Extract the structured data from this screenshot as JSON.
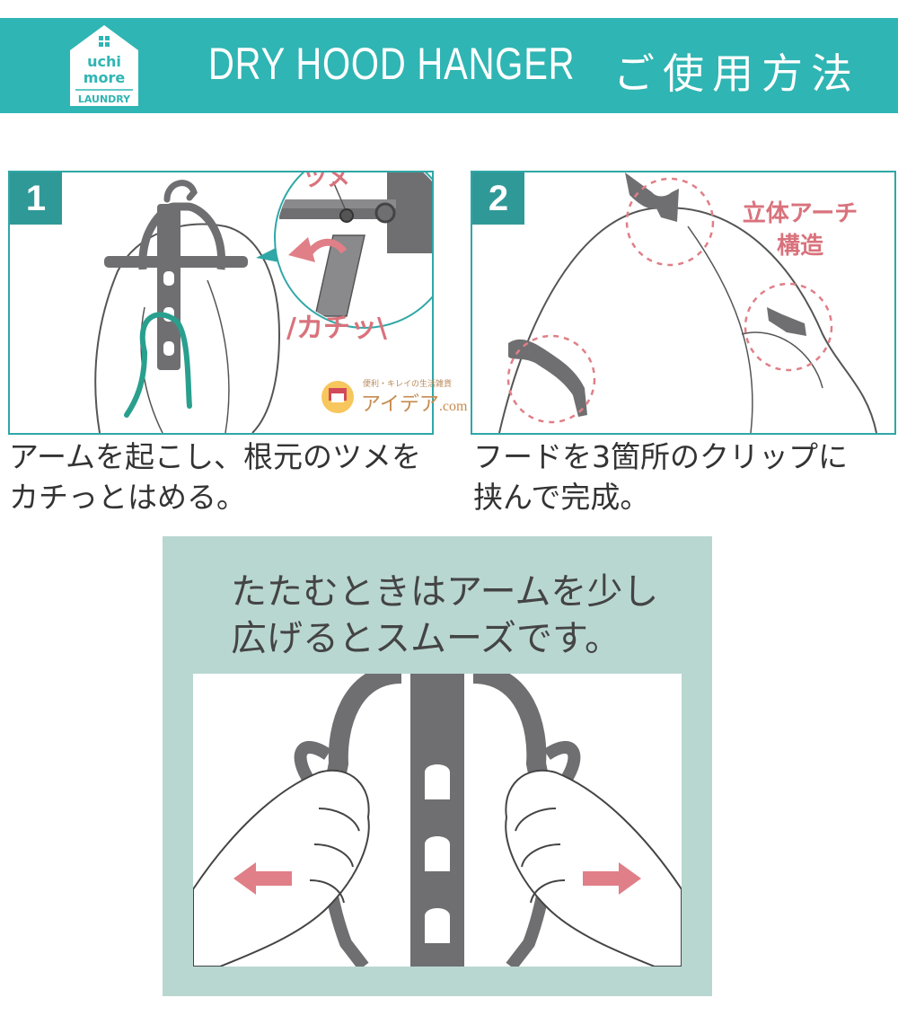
{
  "header": {
    "logo_line1": "uchi",
    "logo_line2": "more",
    "logo_line3": "LAUNDRY",
    "title": "DRY HOOD HANGER",
    "subtitle": "ご使用方法"
  },
  "steps": [
    {
      "number": "1",
      "callout_top": "ツメ",
      "callout_bottom_left": "/",
      "callout_bottom": "カチッ",
      "callout_bottom_right": "\\",
      "caption_line1": "アームを起こし、根元のツメを",
      "caption_line2": "カチっとはめる。"
    },
    {
      "number": "2",
      "callout_line1": "立体アーチ",
      "callout_line2": "構造",
      "caption_line1": "フードを3箇所のクリップに",
      "caption_line2": "挟んで完成。"
    }
  ],
  "watermark": {
    "small": "便利・キレイの生活雑貨",
    "main": "アイデア",
    "suffix": ".com"
  },
  "tip": {
    "line1": "たたむときはアームを少し",
    "line2": "広げるとスムーズです。"
  },
  "colors": {
    "header_bg": "#2fb5b3",
    "badge_bg": "#2f9997",
    "accent_pink": "#d9727c",
    "tip_bg": "#b9d7d1",
    "hanger_gray": "#6f6f72",
    "clip_green": "#2a9f8e"
  }
}
